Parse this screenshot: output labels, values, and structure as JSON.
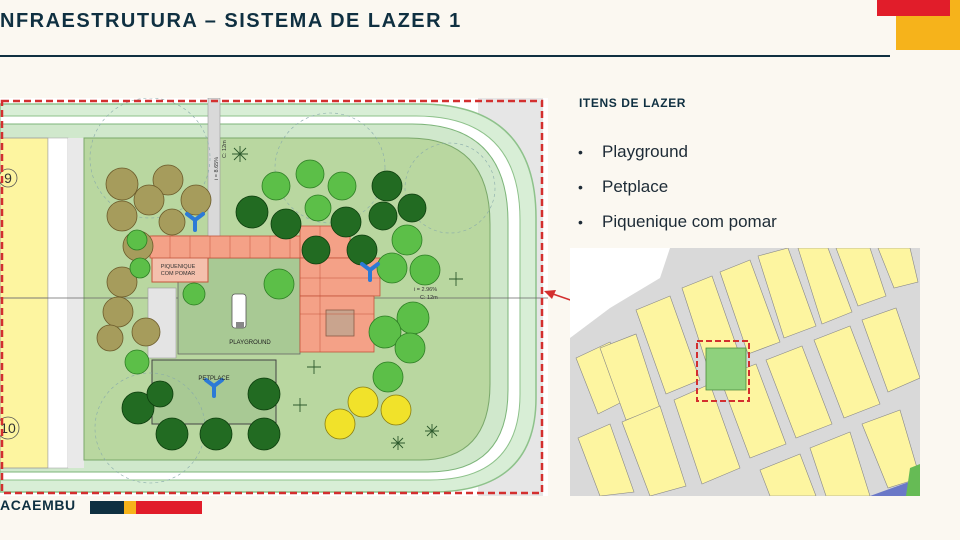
{
  "slide": {
    "title": "NFRAESTRUTURA – SISTEMA DE LAZER 1",
    "footer_brand": "ACAEMBU"
  },
  "plan": {
    "block_numbers": [
      "9",
      "10"
    ],
    "labels": {
      "picnic": "PIQUENIQUE",
      "picnic2": "COM POMAR",
      "playground": "PLAYGROUND",
      "petplace": "PETPLACE"
    },
    "dimensions": {
      "d1": "C: 12m",
      "d2": "C: 12m",
      "d3": "i = 8.65%",
      "d4": "i = 2.96%"
    }
  },
  "items": {
    "heading": "ITENS DE LAZER",
    "list": [
      "Playground",
      "Petplace",
      "Piquenique com pomar"
    ]
  },
  "colors": {
    "navy": "#0f3041",
    "red": "#e11d2a",
    "yellow": "#f6b31b",
    "lot_yellow": "#fdf5a0",
    "lawn": "#b9d7a0",
    "road_green": "#c8e6c4",
    "path_orange": "#f4a187"
  }
}
